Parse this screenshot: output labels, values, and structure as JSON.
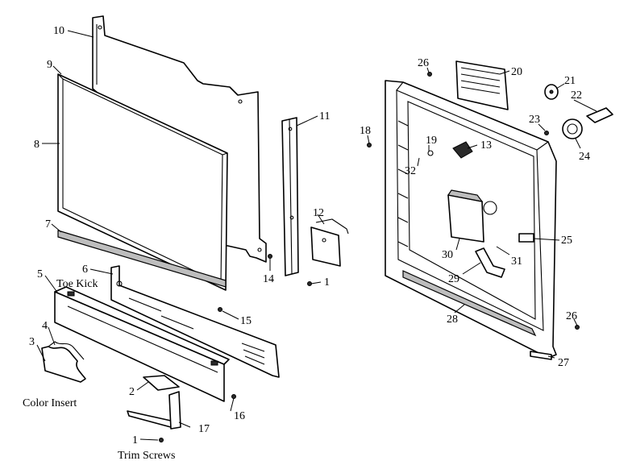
{
  "labels": {
    "p1a": "1",
    "p1b": "1",
    "p2": "2",
    "p3": "3",
    "p4": "4",
    "p5": "5",
    "p6": "6",
    "p7": "7",
    "p8": "8",
    "p9": "9",
    "p10": "10",
    "p11": "11",
    "p12": "12",
    "p13": "13",
    "p14": "14",
    "p15": "15",
    "p16": "16",
    "p17": "17",
    "p18": "18",
    "p19": "19",
    "p20": "20",
    "p21": "21",
    "p22": "22",
    "p23": "23",
    "p24": "24",
    "p25": "25",
    "p26a": "26",
    "p26b": "26",
    "p27": "27",
    "p28": "28",
    "p29": "29",
    "p30": "30",
    "p31": "31",
    "p32": "32"
  },
  "captions": {
    "toe_kick": "Toe Kick",
    "color_insert": "Color Insert",
    "trim_screws": "Trim Screws"
  }
}
